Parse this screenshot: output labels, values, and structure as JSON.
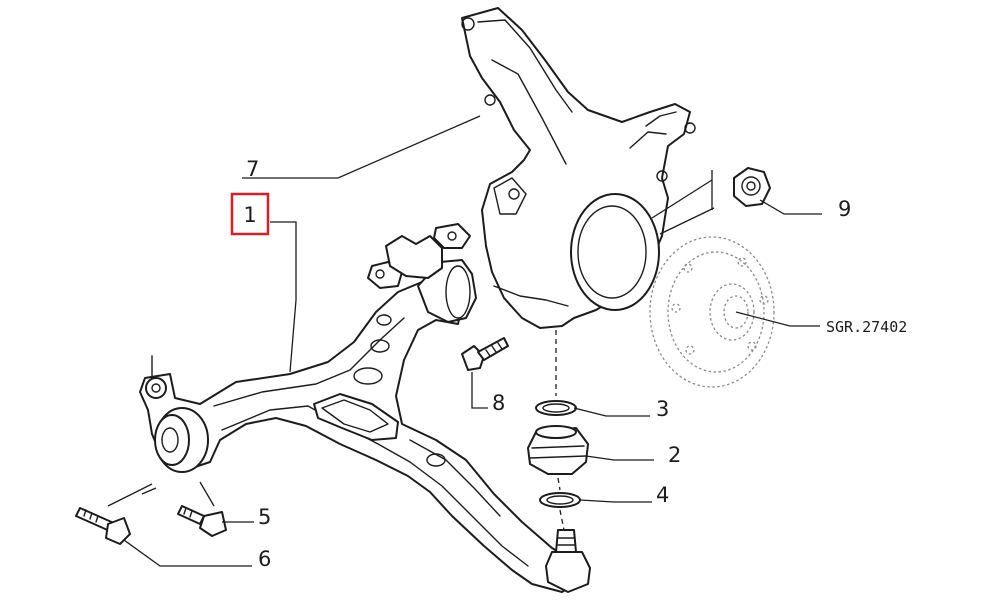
{
  "callouts": {
    "c1": "1",
    "c2": "2",
    "c3": "3",
    "c4": "4",
    "c5": "5",
    "c6": "6",
    "c7": "7",
    "c8": "8",
    "c9": "9"
  },
  "reference_code": "SGR.27402",
  "highlight": {
    "target": "1",
    "color": "#d81f26"
  },
  "line_color": "#1c1c1c"
}
